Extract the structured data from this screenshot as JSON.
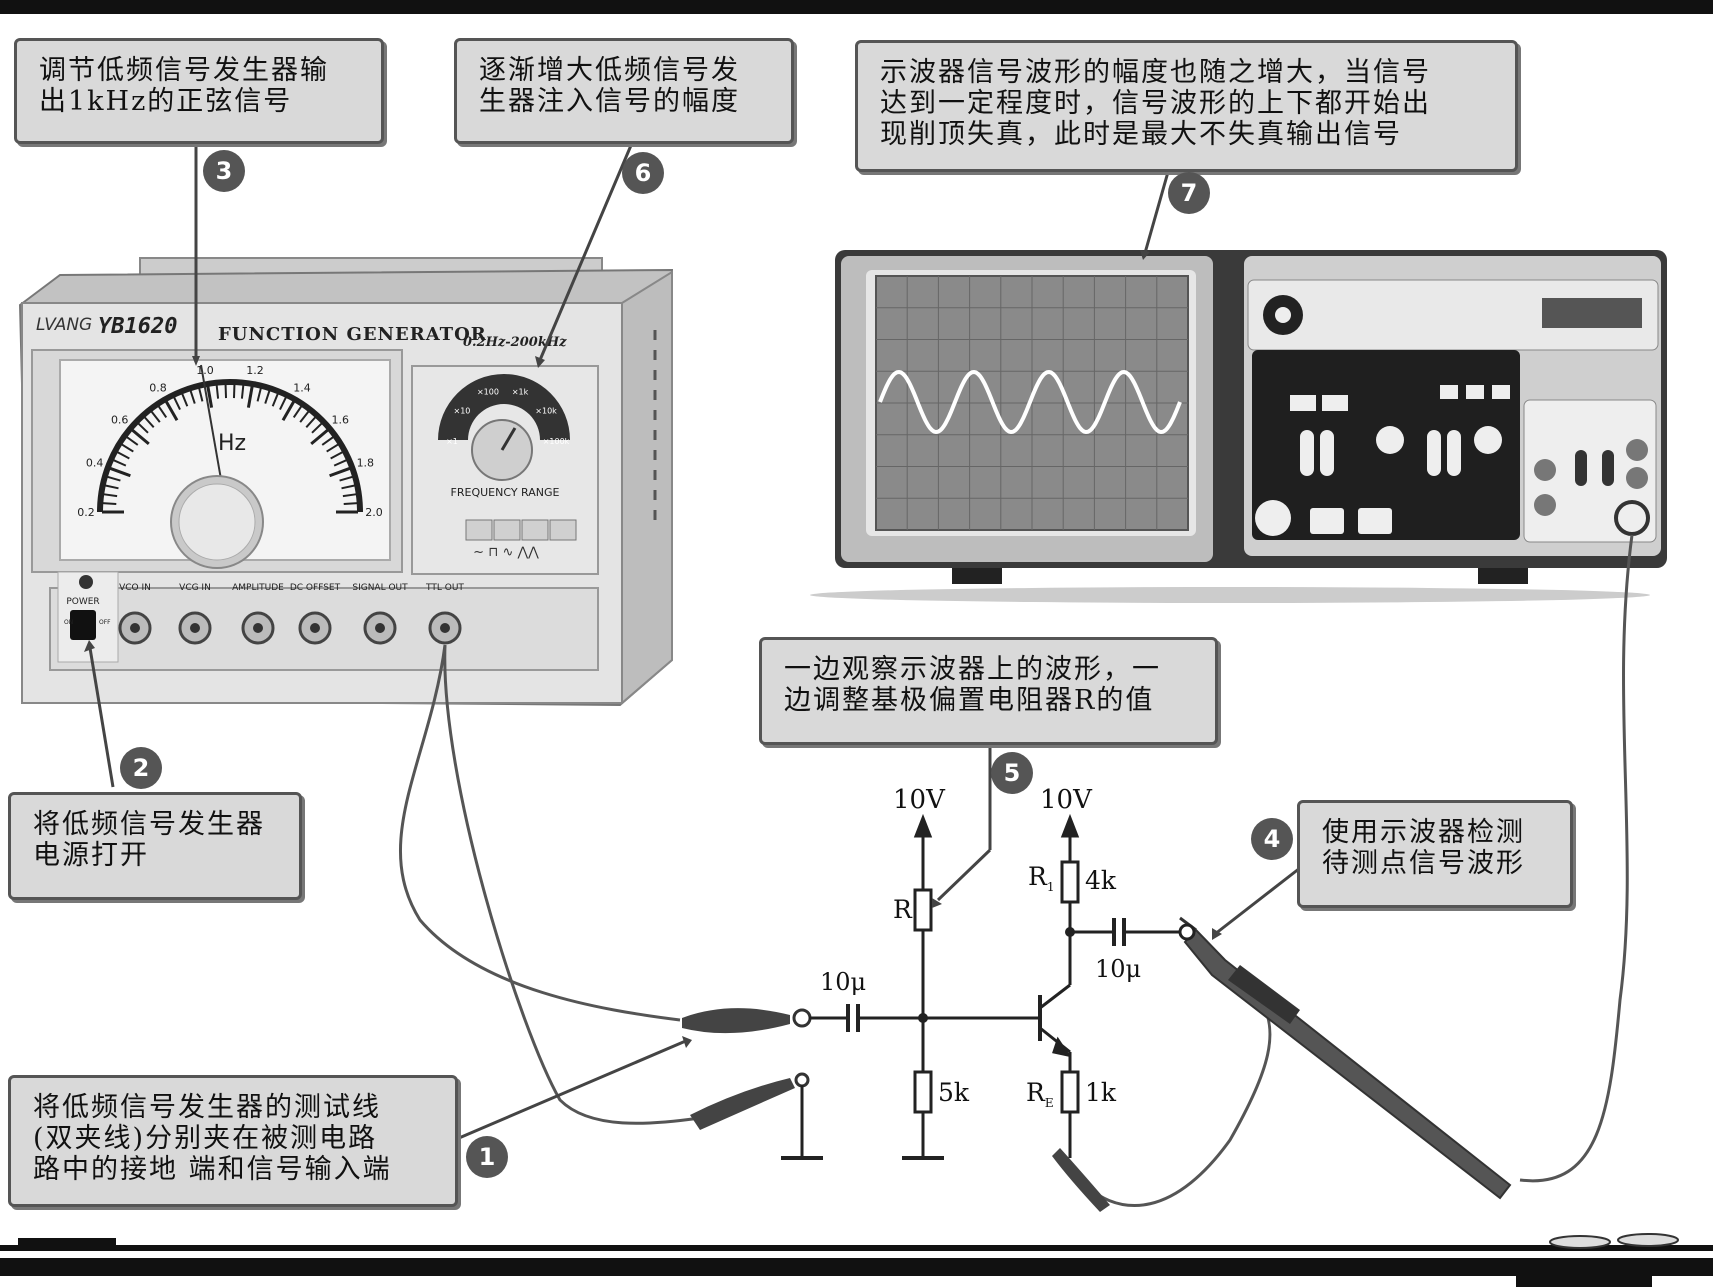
{
  "callouts": {
    "c3": {
      "lines": [
        "调节低频信号发生器输",
        "出1kHz的正弦信号"
      ]
    },
    "c6": {
      "lines": [
        "逐渐增大低频信号发",
        "生器注入信号的幅度"
      ]
    },
    "c7": {
      "lines": [
        "示波器信号波形的幅度也随之增大，当信号",
        "达到一定程度时，信号波形的上下都开始出",
        "现削顶失真，此时是最大不失真输出信号"
      ]
    },
    "c2": {
      "lines": [
        "将低频信号发生器",
        "电源打开"
      ]
    },
    "c5": {
      "lines": [
        "一边观察示波器上的波形，一",
        "边调整基极偏置电阻器R的值"
      ]
    },
    "c4": {
      "lines": [
        "使用示波器检测",
        "待测点信号波形"
      ]
    },
    "c1": {
      "lines": [
        "将低频信号发生器的测试线",
        "(双夹线)分别夹在被测电路",
        "路中的接地 端和信号输入端"
      ]
    }
  },
  "badges": {
    "b1": "1",
    "b2": "2",
    "b3": "3",
    "b4": "4",
    "b5": "5",
    "b6": "6",
    "b7": "7"
  },
  "generator": {
    "brand": "LVANG",
    "model": "YB1620",
    "name": "FUNCTION GENERATOR",
    "range": "0.2Hz-200kHz",
    "dial_unit": "Hz",
    "dial_ticks": [
      "0.2",
      "0.4",
      "0.6",
      "0.8",
      "1.0",
      "1.2",
      "1.4",
      "1.6",
      "1.8",
      "2.0"
    ],
    "freq_range_label": "FREQUENCY RANGE",
    "range_steps": [
      "×1",
      "×10",
      "×100",
      "×1k",
      "×10k",
      "×100k"
    ],
    "power_label": "POWER",
    "on_label": "ON",
    "off_label": "OFF",
    "jacks": [
      "VCO IN",
      "VCG IN",
      "AMPLITUDE",
      "DC OFFSET",
      "SIGNAL OUT",
      "TTL OUT"
    ]
  },
  "circuit": {
    "vcc_left": "10V",
    "vcc_right": "10V",
    "r_label": "R",
    "r1_label": "R",
    "r1_sub": "1",
    "r1_value": "4k",
    "re_label": "R",
    "re_sub": "E",
    "re_value": "1k",
    "r_bottom_value": "5k",
    "c_in": "10μ",
    "c_out": "10μ"
  },
  "colors": {
    "callout_bg": "#d9d9d9",
    "callout_border": "#555555",
    "badge": "#555555",
    "wave": "#ffffff"
  }
}
